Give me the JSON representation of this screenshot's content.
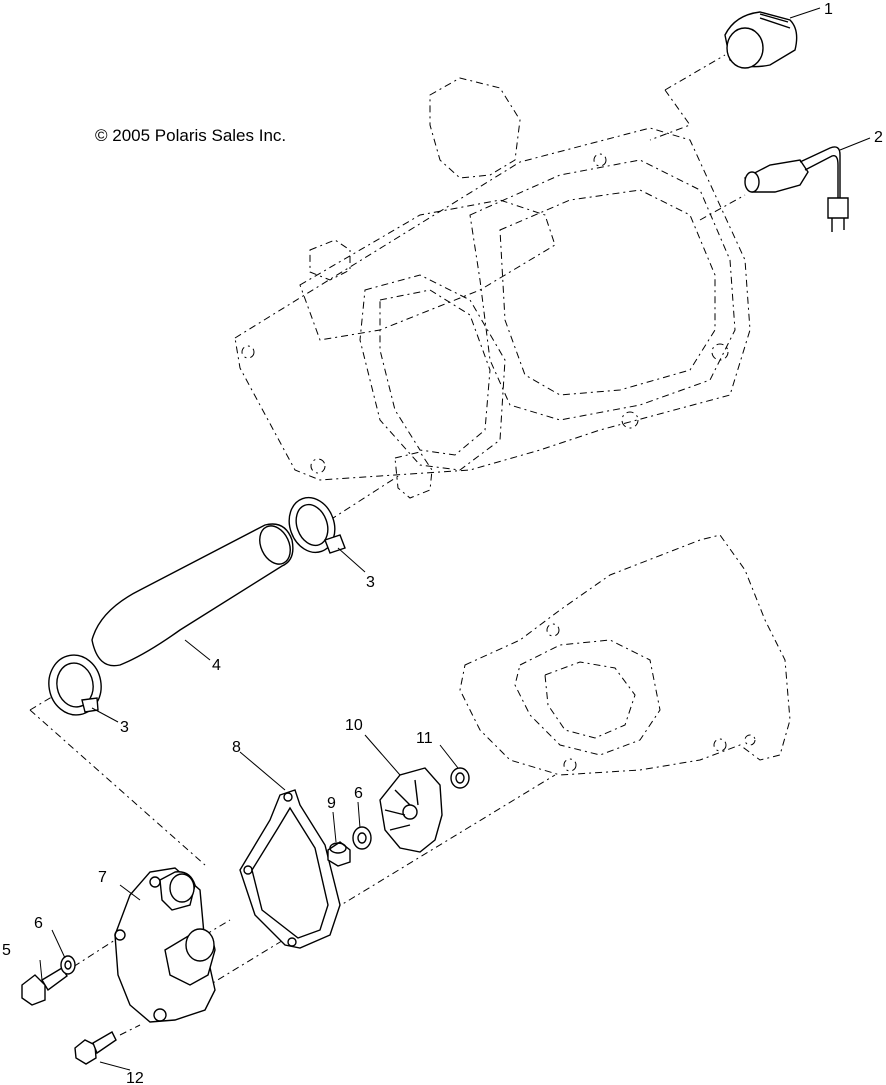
{
  "copyright": "© 2005 Polaris Sales Inc.",
  "callouts": [
    {
      "id": "callout-1",
      "label": "1"
    },
    {
      "id": "callout-2",
      "label": "2"
    },
    {
      "id": "callout-3a",
      "label": "3"
    },
    {
      "id": "callout-3b",
      "label": "3"
    },
    {
      "id": "callout-4",
      "label": "4"
    },
    {
      "id": "callout-5",
      "label": "5"
    },
    {
      "id": "callout-6a",
      "label": "6"
    },
    {
      "id": "callout-6b",
      "label": "6"
    },
    {
      "id": "callout-7",
      "label": "7"
    },
    {
      "id": "callout-8",
      "label": "8"
    },
    {
      "id": "callout-9",
      "label": "9"
    },
    {
      "id": "callout-10",
      "label": "10"
    },
    {
      "id": "callout-11",
      "label": "11"
    },
    {
      "id": "callout-12",
      "label": "12"
    }
  ]
}
